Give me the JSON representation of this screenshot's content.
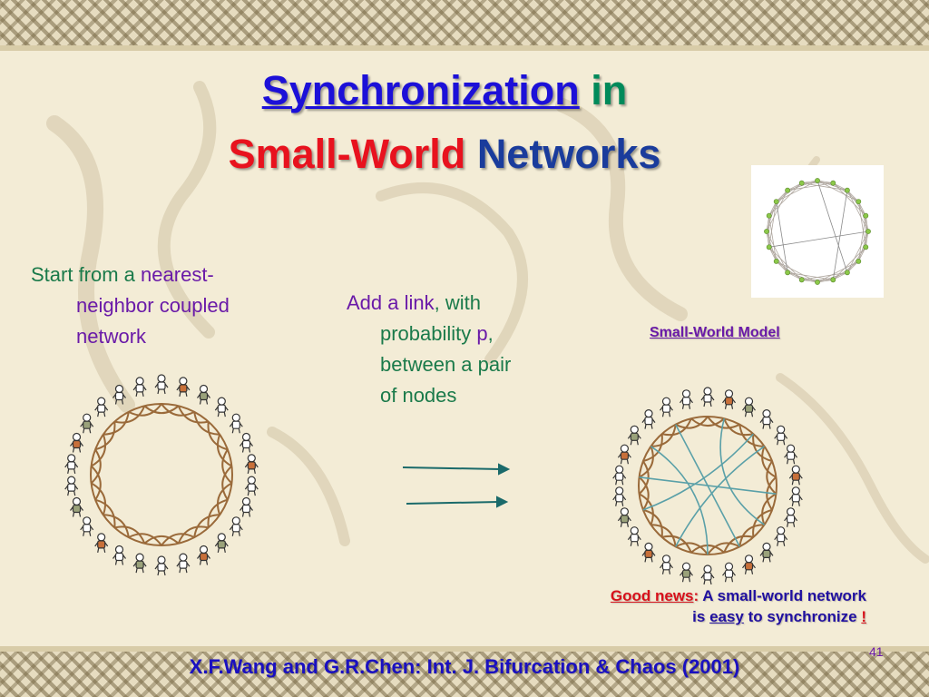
{
  "title": {
    "word_synchronization": "Synchronization",
    "word_in": "in",
    "word_small_world": "Small-World",
    "word_networks": "Networks"
  },
  "left_text": {
    "line1_a": "Start from a",
    "line1_b": "nearest-",
    "line2": "neighbor coupled",
    "line3": "network"
  },
  "middle_text": {
    "line1_a": "Add a link",
    "line1_b": ", with",
    "line2_a": "probability",
    "line2_b": "p",
    "line2_c": ",",
    "line3": "between a pair",
    "line4": "of nodes"
  },
  "small_world_label": "Small-World Model",
  "good_news": {
    "label": "Good news",
    "colon": ":",
    "text1": "A small-world network",
    "text2_a": "is",
    "text2_b": "easy",
    "text2_c": "to synchronize",
    "text2_d": "!"
  },
  "reference": "X.F.Wang and G.R.Chen: Int. J. Bifurcation & Chaos (2001)",
  "page_number": "41",
  "colors": {
    "background": "#f3ecd6",
    "title_blue": "#1c10d8",
    "title_green": "#008a5a",
    "title_red": "#e8121e",
    "text_green": "#1a7a4a",
    "text_purple": "#6a1aa8",
    "ring_brown": "#9a6a3a",
    "shortcut_teal": "#5aa0a8",
    "node_green": "#8cc84a"
  }
}
